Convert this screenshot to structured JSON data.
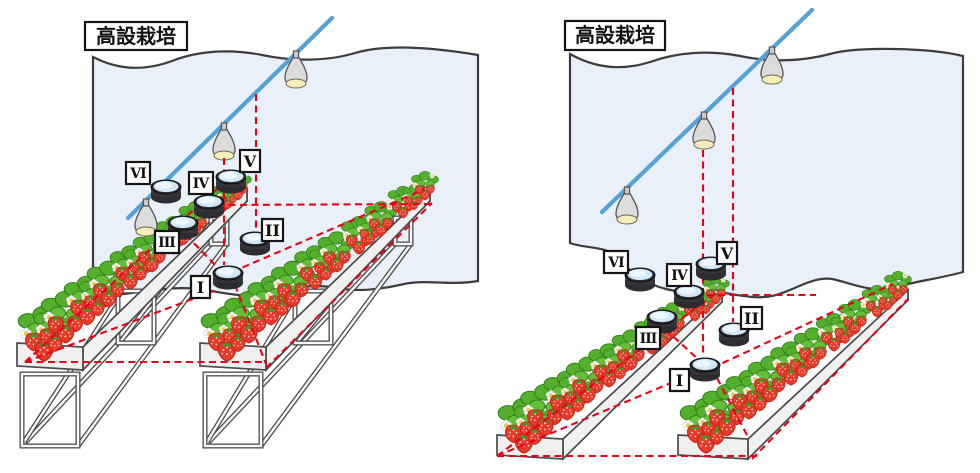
{
  "panels": [
    {
      "label": "高設栽培",
      "sensors": [
        {
          "id": "I",
          "label": "I"
        },
        {
          "id": "II",
          "label": "II"
        },
        {
          "id": "III",
          "label": "III"
        },
        {
          "id": "IV",
          "label": "IV"
        },
        {
          "id": "V",
          "label": "V"
        },
        {
          "id": "VI",
          "label": "VI"
        }
      ]
    },
    {
      "label": "高設栽培",
      "sensors": [
        {
          "id": "I",
          "label": "I"
        },
        {
          "id": "II",
          "label": "II"
        },
        {
          "id": "III",
          "label": "III"
        },
        {
          "id": "IV",
          "label": "IV"
        },
        {
          "id": "V",
          "label": "V"
        },
        {
          "id": "VI",
          "label": "VI"
        }
      ]
    }
  ],
  "colors": {
    "background": "#ffffff",
    "wall_fill": "#e9f0f9",
    "wall_outline": "#3d3d3d",
    "wire_blue": "#54a1d8",
    "dashed_red": "#e8001b",
    "lamp_body": "#dcdcdc",
    "lamp_light": "#f6edba",
    "sensor_body": "#333338",
    "sensor_lens": "#cfe7f6",
    "berry_red": "#e63b2a",
    "leaf_green": "#54b02c",
    "flower_center": "#f2cf3a",
    "bench_white": "#f1f1f1"
  }
}
